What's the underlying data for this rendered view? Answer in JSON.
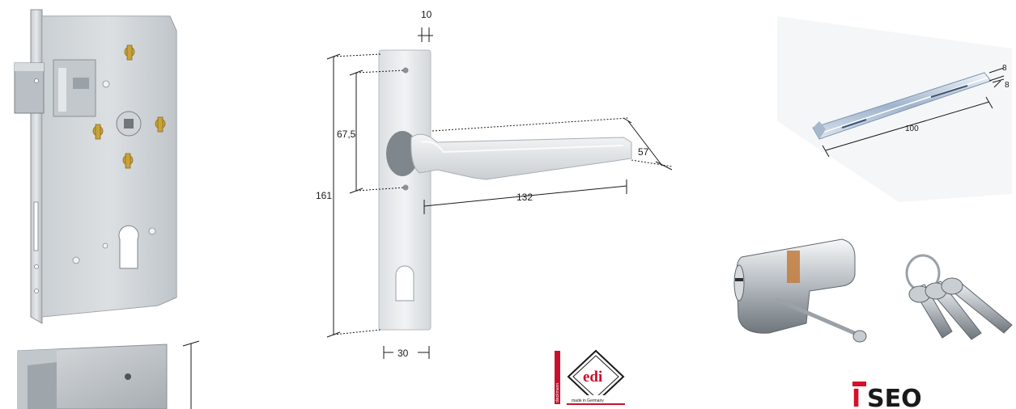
{
  "handle_dimensions": {
    "screw_offset": "10",
    "overall_height": "161",
    "screw_spacing": "67,5",
    "lever_length": "132",
    "lever_projection": "57",
    "plate_width": "30"
  },
  "spindle_dimensions": {
    "length": "100",
    "square_a": "8",
    "square_b": "8"
  },
  "logos": {
    "edi": {
      "mark": "edi",
      "side_text": "dieckmann",
      "tagline": "made in Germany",
      "color": "#c8102e"
    },
    "iseo": {
      "text": "ISEO",
      "first_letter": "I",
      "rest": "SEO",
      "color": "#d7102a"
    }
  },
  "colors": {
    "metal_light": "#dfe3e6",
    "metal_mid": "#b8bec3",
    "metal_dark": "#8a9096",
    "brass": "#c9a23a",
    "handle": "#e9ecef",
    "dim_line": "#1a1a1a"
  }
}
